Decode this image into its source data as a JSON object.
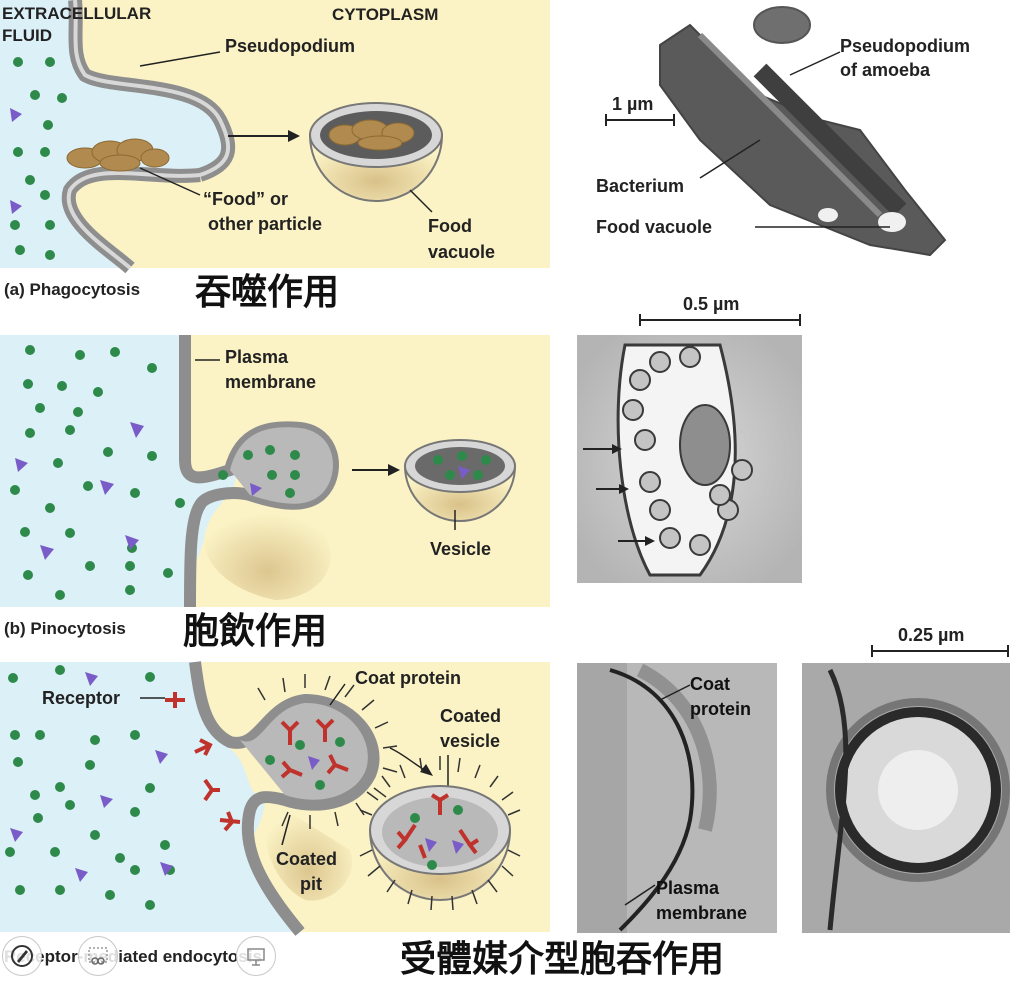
{
  "panel_a": {
    "extracellular_label_1": "EXTRACELLULAR",
    "extracellular_label_2": "FLUID",
    "cytoplasm_label": "CYTOPLASM",
    "pseudopodium_label": "Pseudopodium",
    "food_label_1": "“Food” or",
    "food_label_2": "other particle",
    "food_vacuole_label_1": "Food",
    "food_vacuole_label_2": "vacuole",
    "caption": "(a) Phagocytosis",
    "caption_cjk": "吞噬作用",
    "micrograph": {
      "pseudopodium_label_1": "Pseudopodium",
      "pseudopodium_label_2": "of amoeba",
      "scale": "1 µm",
      "bacterium_label": "Bacterium",
      "food_vacuole_label": "Food vacuole"
    }
  },
  "panel_b": {
    "plasma_label_1": "Plasma",
    "plasma_label_2": "membrane",
    "vesicle_label": "Vesicle",
    "caption": "(b) Pinocytosis",
    "caption_cjk": "胞飲作用",
    "scale": "0.5 µm"
  },
  "panel_c": {
    "receptor_label": "Receptor",
    "coat_protein_label": "Coat protein",
    "coated_vesicle_label_1": "Coated",
    "coated_vesicle_label_2": "vesicle",
    "coated_pit_label_1": "Coated",
    "coated_pit_label_2": "pit",
    "caption": "Receptor-mediated endocytosis",
    "caption_cjk": "受體媒介型胞吞作用",
    "scale": "0.25 µm",
    "micro_coat_label_1": "Coat",
    "micro_coat_label_2": "protein",
    "micro_plasma_label_1": "Plasma",
    "micro_plasma_label_2": "membrane"
  },
  "toolbar": {
    "icons": [
      "pen-icon",
      "scissors-icon",
      "projector-icon"
    ]
  },
  "colors": {
    "extracellular": "#dcf0f8",
    "cytoplasm": "#fbf3c5",
    "membrane": "#9a9a9a",
    "particle": "#2e8a4a",
    "solute": "#7a5cc8",
    "receptor": "#c0322c",
    "food": "#b08a4e"
  }
}
